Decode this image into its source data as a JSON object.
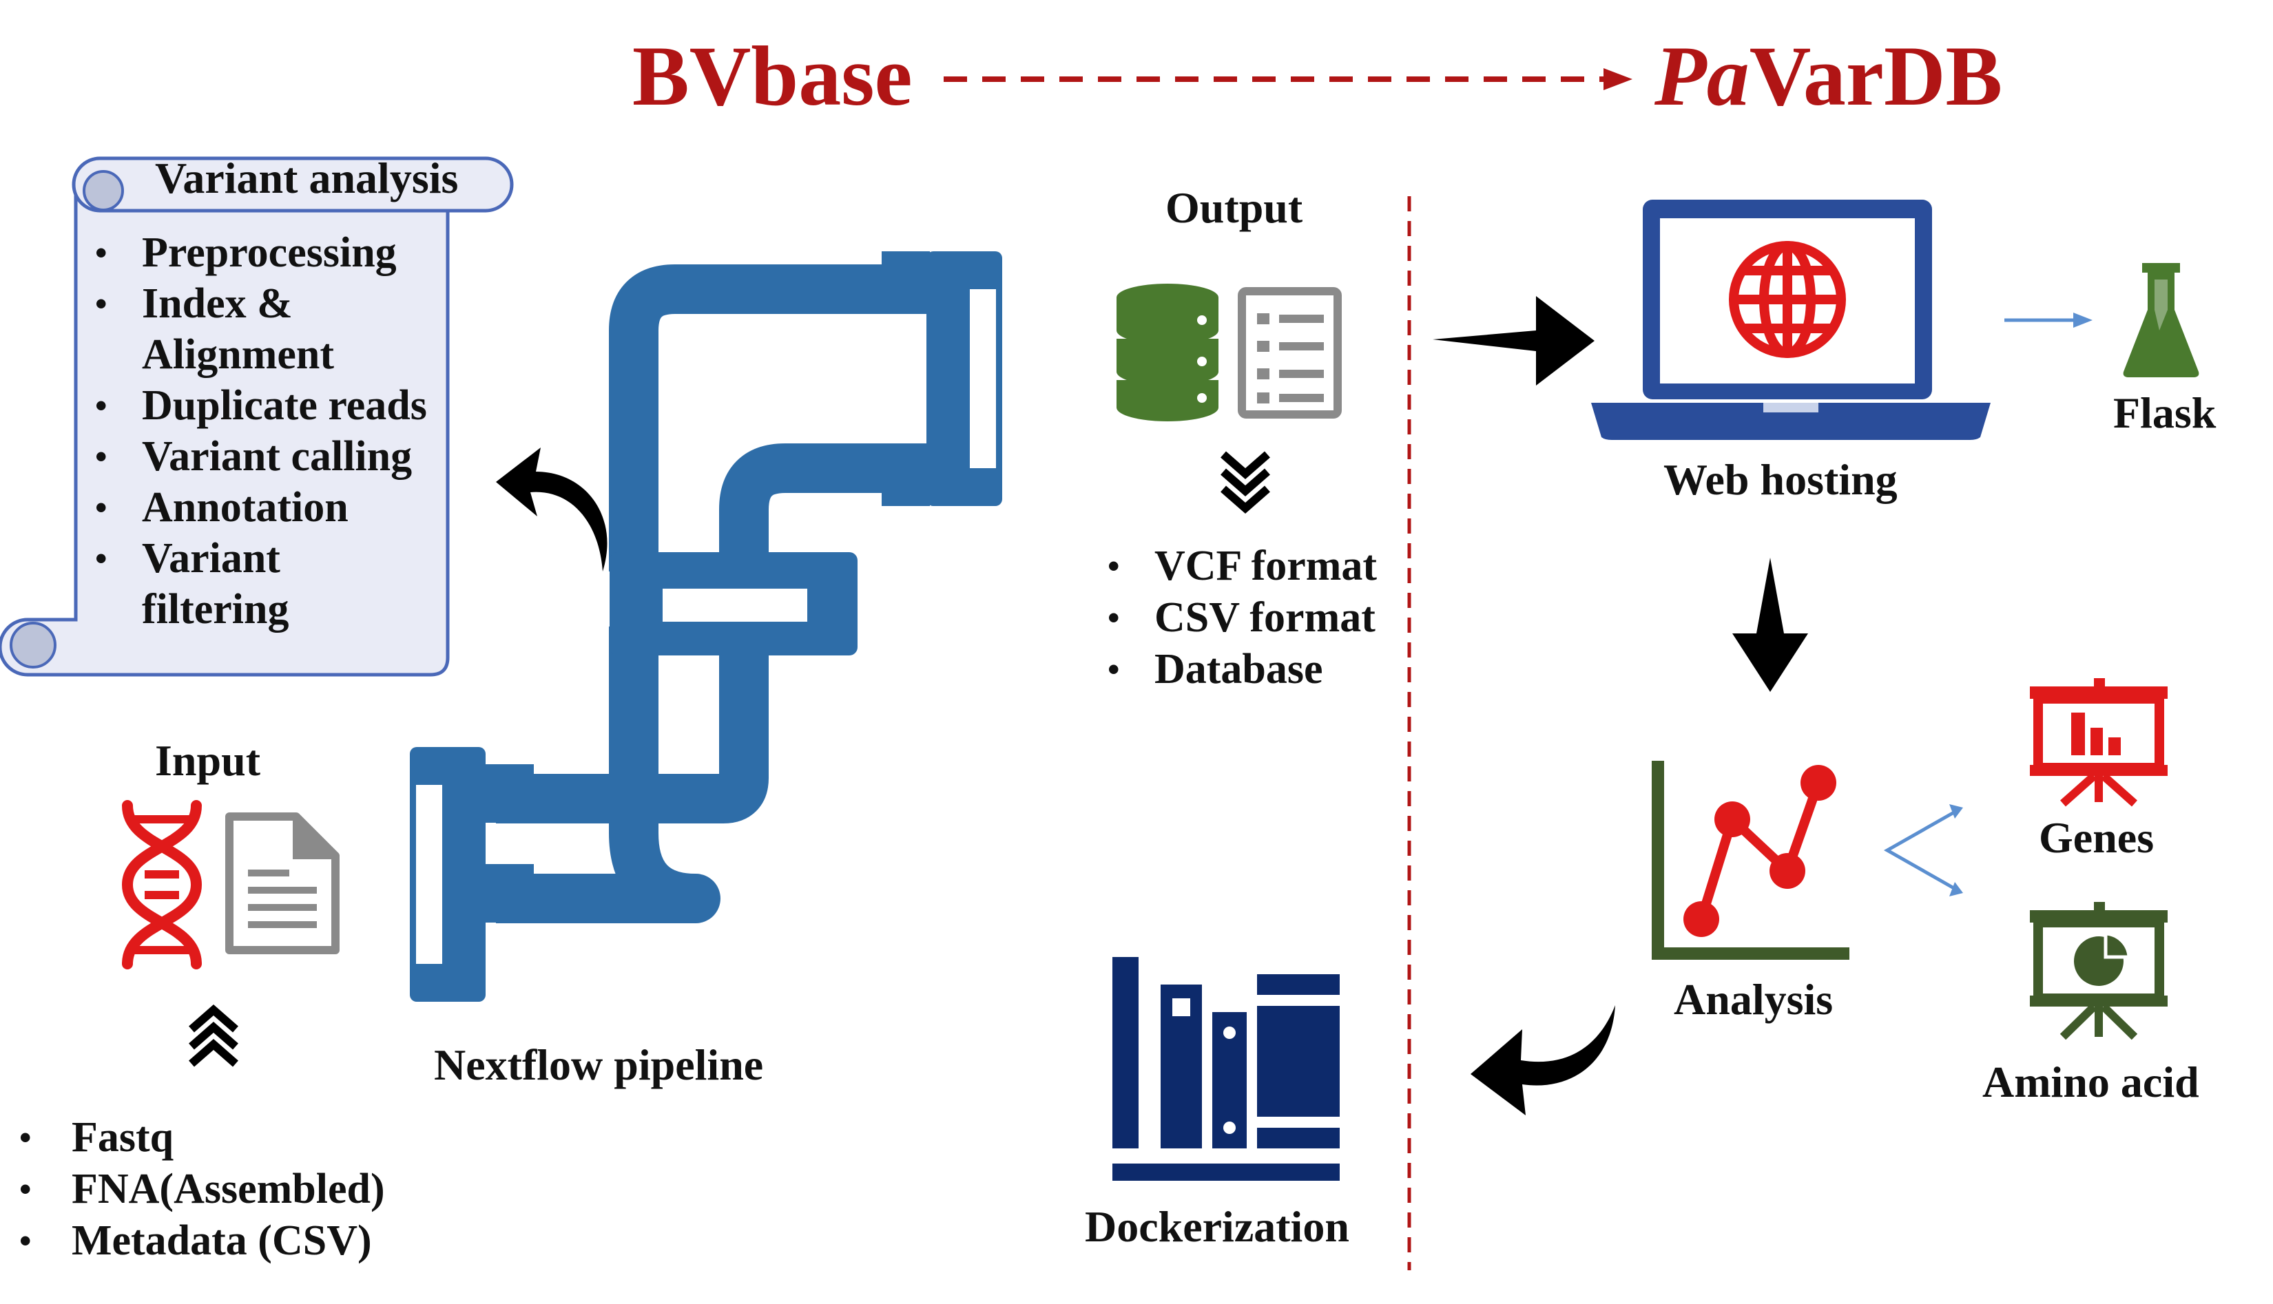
{
  "header": {
    "left_title": "BVbase",
    "right_title_italic": "Pa",
    "right_title_rest": "VarDB"
  },
  "variant_analysis": {
    "title": "Variant analysis",
    "items": [
      "Preprocessing",
      "Index &",
      "Alignment",
      "Duplicate reads",
      "Variant calling",
      "Annotation",
      "Variant",
      "filtering"
    ]
  },
  "input": {
    "label": "Input",
    "items": [
      "Fastq",
      "FNA(Assembled)",
      "Metadata (CSV)"
    ]
  },
  "pipeline": {
    "label": "Nextflow pipeline"
  },
  "output": {
    "label": "Output",
    "items": [
      "VCF format",
      "CSV format",
      "Database"
    ]
  },
  "dockerization": {
    "label": "Dockerization"
  },
  "web_hosting": {
    "label": "Web hosting"
  },
  "flask": {
    "label": "Flask"
  },
  "analysis": {
    "label": "Analysis"
  },
  "genes": {
    "label": "Genes"
  },
  "amino_acid": {
    "label": "Amino acid"
  },
  "colors": {
    "title_red": "#b01515",
    "pipe_blue": "#2e6da8",
    "navy": "#0d2a6b",
    "green": "#4a7a2e",
    "red_icon": "#e01a1a",
    "dark_green": "#3f5a2a",
    "gray": "#8a8a8a",
    "scroll_fill": "#e9ebf6",
    "scroll_stroke": "#4a68b8"
  },
  "icons": [
    "dna-icon",
    "document-icon",
    "database-icon",
    "checklist-icon",
    "globe-laptop-icon",
    "flask-icon",
    "line-chart-icon",
    "bar-chart-board-icon",
    "pie-chart-board-icon",
    "books-icon",
    "pipe-icon",
    "scroll-icon"
  ]
}
